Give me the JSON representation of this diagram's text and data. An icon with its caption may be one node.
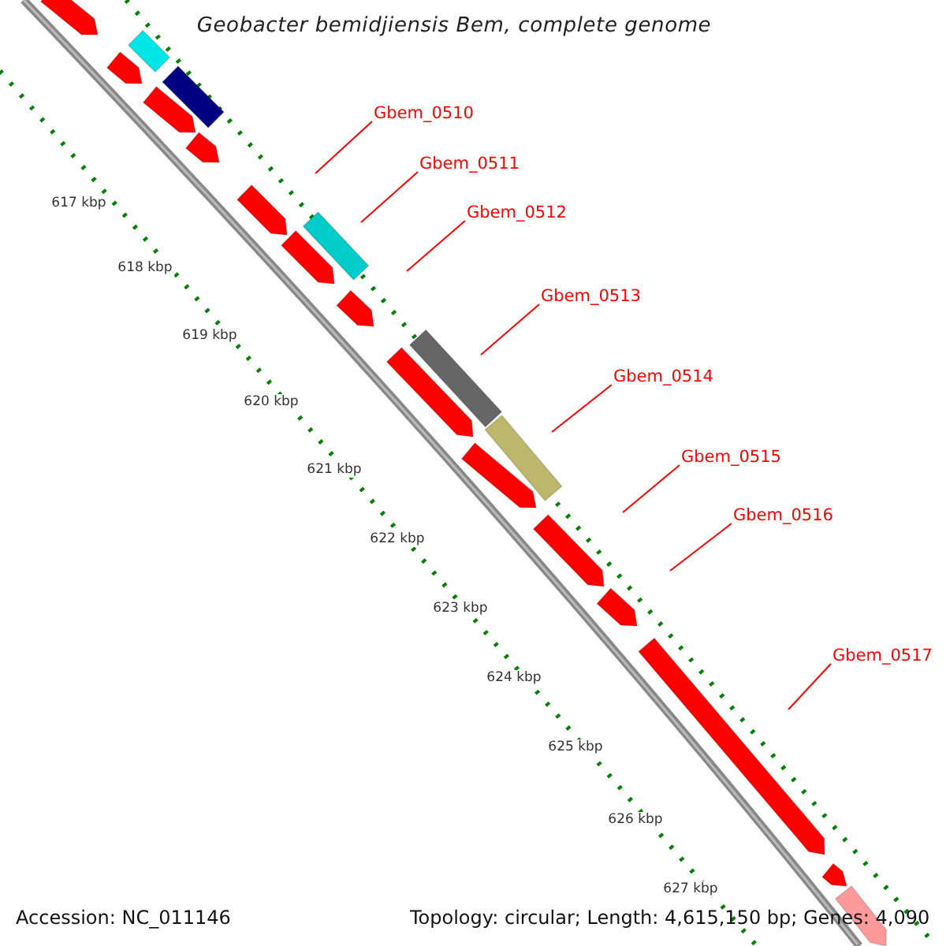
{
  "diagram": {
    "title": "Geobacter bemidjiensis Bem, complete genome",
    "nodes": [
      {
        "text": [
          "Gbem_0510"
        ]
      },
      {
        "text": [
          "Gbem_0511"
        ]
      },
      {
        "text": [
          "Gbem_0512"
        ]
      },
      {
        "text": [
          "Gbem_0513"
        ]
      },
      {
        "text": [
          "Gbem_0514"
        ]
      },
      {
        "text": [
          "Gbem_0515"
        ]
      },
      {
        "text": [
          "Gbem_0516"
        ]
      },
      {
        "text": [
          "Gbem_0517"
        ]
      }
    ],
    "edges": [
      {
        "from": 0,
        "to": null,
        "arrow": "none"
      },
      {
        "from": 1,
        "to": null,
        "arrow": "none"
      },
      {
        "from": 2,
        "to": null,
        "arrow": "none"
      },
      {
        "from": 3,
        "to": null,
        "arrow": "none"
      },
      {
        "from": 4,
        "to": null,
        "arrow": "none"
      },
      {
        "from": 5,
        "to": null,
        "arrow": "none"
      },
      {
        "from": 6,
        "to": null,
        "arrow": "none"
      },
      {
        "from": 7,
        "to": null,
        "arrow": "none"
      }
    ],
    "labels": [
      "617 kbp",
      "618 kbp",
      "619 kbp",
      "620 kbp",
      "621 kbp",
      "622 kbp",
      "623 kbp",
      "624 kbp",
      "625 kbp",
      "626 kbp",
      "627 kbp",
      "Accession: NC_011146",
      "Topology: circular; Length: 4,615,150 bp; Genes: 4,090"
    ]
  }
}
